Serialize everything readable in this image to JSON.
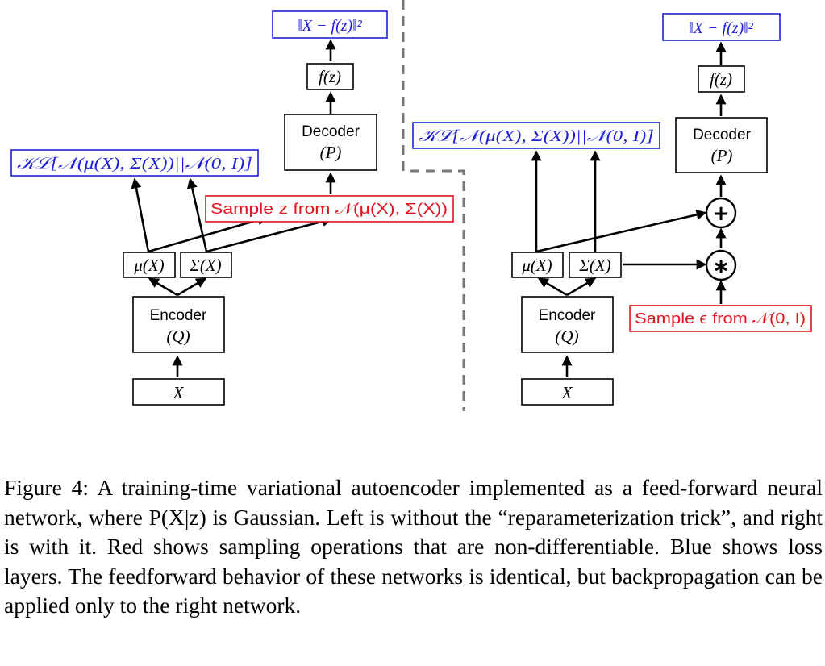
{
  "left": {
    "loss_recon": "‖X − f(z)‖²",
    "fz": "f(z)",
    "decoder_title": "Decoder",
    "decoder_sub": "(P)",
    "loss_kl": "𝒦ℒ[𝒩(μ(X), Σ(X))||𝒩(0, I)]",
    "sample": "Sample z from 𝒩(μ(X), Σ(X))",
    "mu": "μ(X)",
    "sigma": "Σ(X)",
    "encoder_title": "Encoder",
    "encoder_sub": "(Q)",
    "input": "X"
  },
  "right": {
    "loss_recon": "‖X − f(z)‖²",
    "fz": "f(z)",
    "decoder_title": "Decoder",
    "decoder_sub": "(P)",
    "loss_kl": "𝒦ℒ[𝒩(μ(X), Σ(X))||𝒩(0, I)]",
    "plus_symbol": "+",
    "times_symbol": "∗",
    "sample": "Sample ϵ from 𝒩(0, I)",
    "mu": "μ(X)",
    "sigma": "Σ(X)",
    "encoder_title": "Encoder",
    "encoder_sub": "(Q)",
    "input": "X"
  },
  "colors": {
    "loss": "#1f1fd6",
    "sampling": "#e0141e",
    "divider": "#777777"
  },
  "caption": "Figure 4: A training-time variational autoencoder implemented as a feed-forward neural network, where P(X|z) is Gaussian. Left is without the “reparameterization trick”, and right is with it. Red shows sampling operations that are non-differentiable. Blue shows loss layers. The feedforward behavior of these networks is identical, but backpropagation can be applied only to the right network."
}
